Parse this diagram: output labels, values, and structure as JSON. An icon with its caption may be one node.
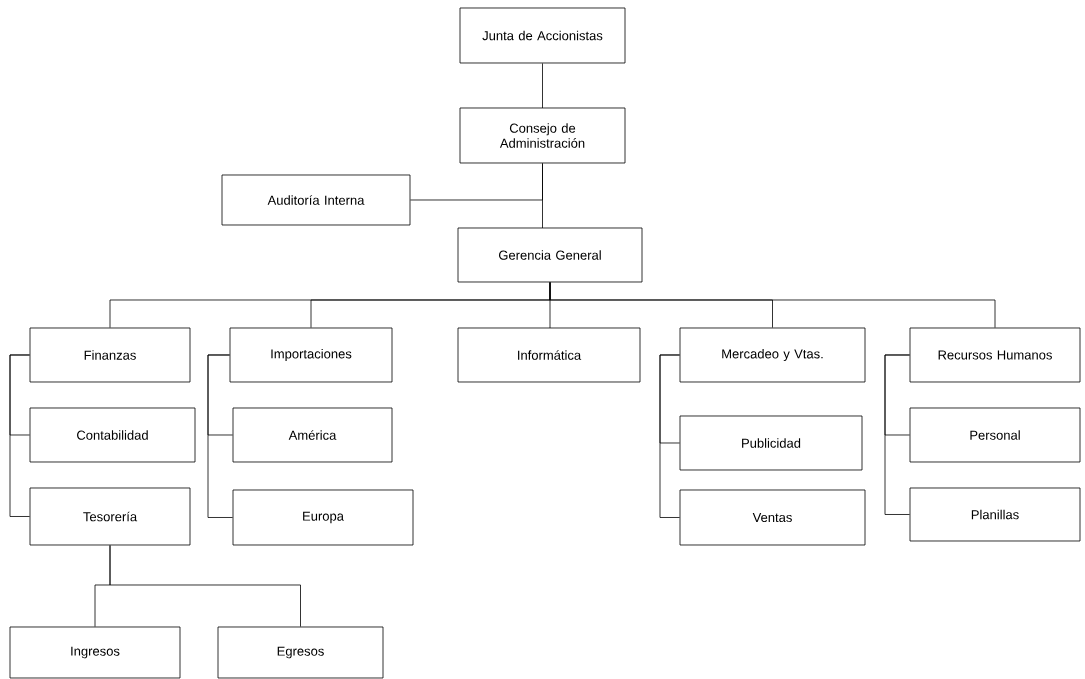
{
  "diagram": {
    "nodes": [
      {
        "text": [
          "Junta de Accionistas"
        ]
      },
      {
        "text": [
          "Consejo de Administración"
        ]
      },
      {
        "text": [
          "Auditoría Interna"
        ]
      },
      {
        "text": [
          "Gerencia General"
        ]
      },
      {
        "text": [
          "Finanzas"
        ]
      },
      {
        "text": [
          "Contabilidad"
        ]
      },
      {
        "text": [
          "Tesorería"
        ]
      },
      {
        "text": [
          "Importaciones"
        ]
      },
      {
        "text": [
          "América"
        ]
      },
      {
        "text": [
          "Europa"
        ]
      },
      {
        "text": [
          "Informática"
        ]
      },
      {
        "text": [
          "Mercadeo y Vtas."
        ]
      },
      {
        "text": [
          "Publicidad"
        ]
      },
      {
        "text": [
          "Ventas"
        ]
      },
      {
        "text": [
          "Recursos Humanos"
        ]
      },
      {
        "text": [
          "Personal"
        ]
      },
      {
        "text": [
          "Planillas"
        ]
      },
      {
        "text": [
          "Ingresos"
        ]
      },
      {
        "text": [
          "Egresos"
        ]
      }
    ],
    "edges": [
      {
        "from": 0,
        "to": 1,
        "arrow": "none"
      },
      {
        "from": 1,
        "to": 3,
        "arrow": "none"
      },
      {
        "from": 1,
        "to": 2,
        "arrow": "none"
      },
      {
        "from": 3,
        "to": 4,
        "arrow": "none"
      },
      {
        "from": 3,
        "to": 7,
        "arrow": "none"
      },
      {
        "from": 3,
        "to": 10,
        "arrow": "none"
      },
      {
        "from": 3,
        "to": 11,
        "arrow": "none"
      },
      {
        "from": 3,
        "to": 14,
        "arrow": "none"
      },
      {
        "from": 4,
        "to": 5,
        "arrow": "none"
      },
      {
        "from": 4,
        "to": 6,
        "arrow": "none"
      },
      {
        "from": 7,
        "to": 8,
        "arrow": "none"
      },
      {
        "from": 7,
        "to": 9,
        "arrow": "none"
      },
      {
        "from": 11,
        "to": 12,
        "arrow": "none"
      },
      {
        "from": 11,
        "to": 13,
        "arrow": "none"
      },
      {
        "from": 14,
        "to": 15,
        "arrow": "none"
      },
      {
        "from": 14,
        "to": 16,
        "arrow": "none"
      },
      {
        "from": 6,
        "to": 17,
        "arrow": "none"
      },
      {
        "from": 6,
        "to": 18,
        "arrow": "none"
      }
    ]
  }
}
